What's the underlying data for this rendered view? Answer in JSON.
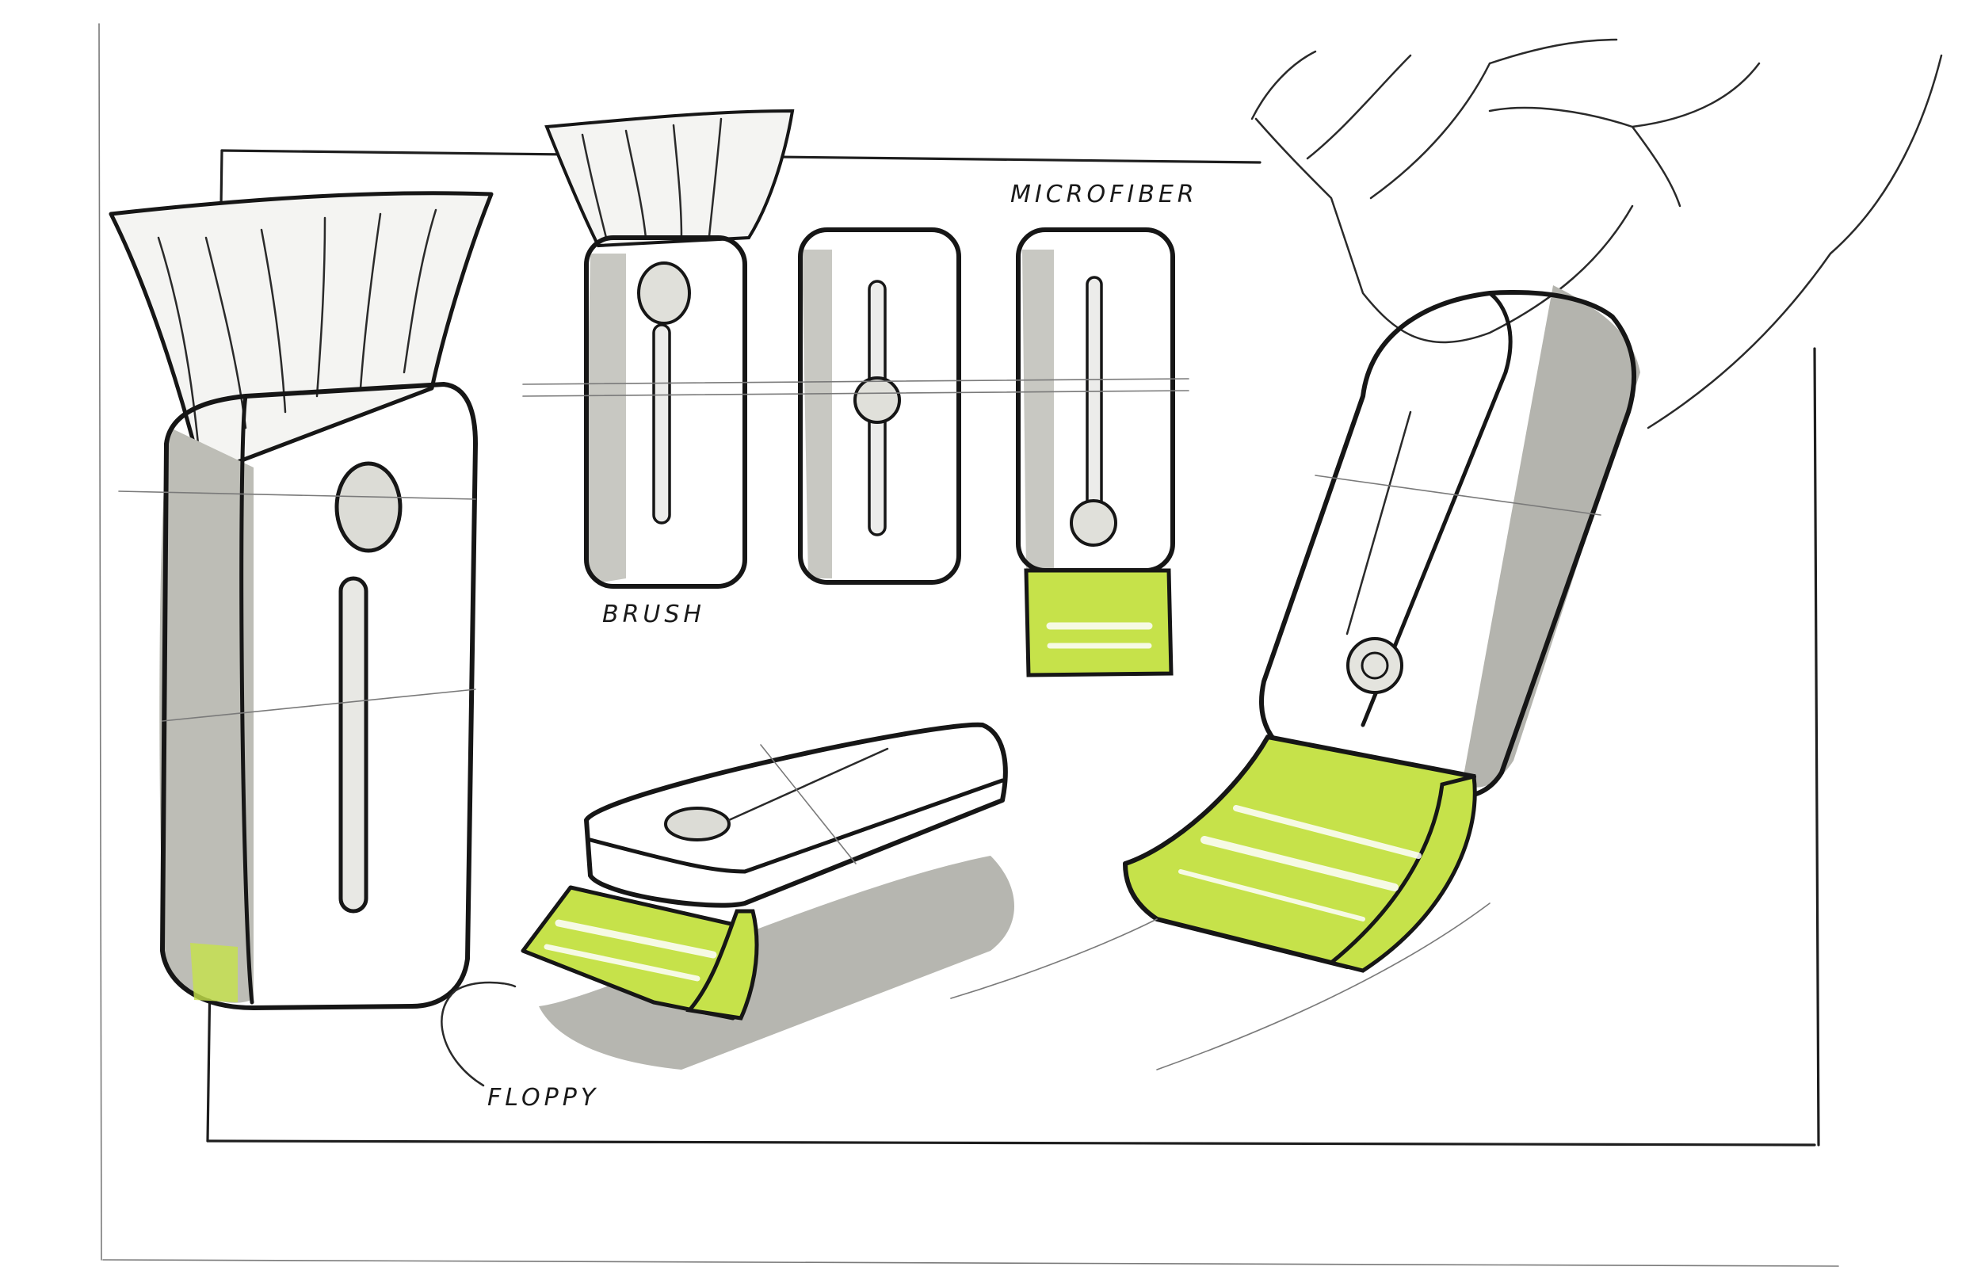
{
  "labels": {
    "brush": "BRUSH",
    "microfiber": "MICROFIBER",
    "floppy": "FLOPPY"
  },
  "colors": {
    "ink": "#161616",
    "marker_grey": "#b4b4ae",
    "accent_green": "#c6e24a"
  }
}
